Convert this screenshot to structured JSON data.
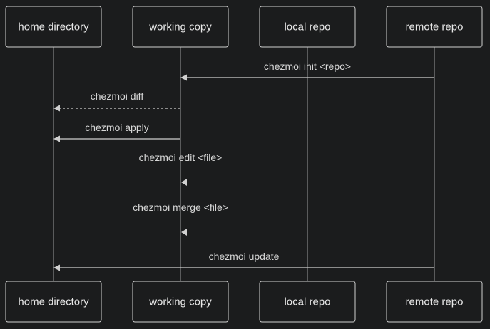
{
  "participants": [
    {
      "id": "home",
      "label": "home directory"
    },
    {
      "id": "working",
      "label": "working copy"
    },
    {
      "id": "local",
      "label": "local repo"
    },
    {
      "id": "remote",
      "label": "remote repo"
    }
  ],
  "messages": [
    {
      "from": "remote",
      "to": "working",
      "label": "chezmoi init <repo>",
      "style": "solid"
    },
    {
      "from": "working",
      "to": "home",
      "label": "chezmoi diff",
      "style": "dotted"
    },
    {
      "from": "working",
      "to": "home",
      "label": "chezmoi apply",
      "style": "solid"
    },
    {
      "from": "working",
      "to": "working",
      "label": "chezmoi edit <file>",
      "style": "self"
    },
    {
      "from": "working",
      "to": "working",
      "label": "chezmoi merge <file>",
      "style": "self"
    },
    {
      "from": "remote",
      "to": "home",
      "label": "chezmoi update",
      "style": "solid"
    }
  ],
  "colors": {
    "background": "#1b1c1d",
    "box_stroke": "#cfcfcf",
    "text": "#e8e8e8",
    "line": "#d0d0d0"
  }
}
